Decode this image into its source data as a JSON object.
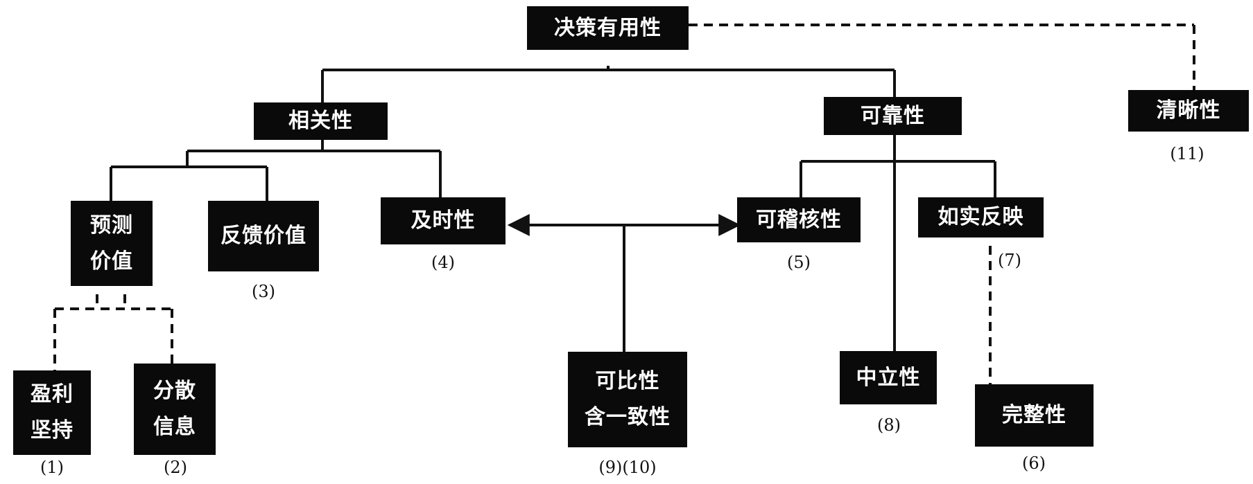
{
  "nodes": {
    "decision_usefulness": "决策有用性",
    "relevance": "相关性",
    "reliability": "可靠性",
    "clarity": "清晰性",
    "predictive_value": [
      "预测",
      "价值"
    ],
    "feedback_value": "反馈价值",
    "timeliness": "及时性",
    "verifiability": "可稽核性",
    "faithful_representation": "如实反映",
    "earnings_persistence": [
      "盈利",
      "坚持"
    ],
    "disaggregated_info": [
      "分散",
      "信息"
    ],
    "comparability": [
      "可比性",
      "含一致性"
    ],
    "neutrality": "中立性",
    "completeness": "完整性"
  },
  "labels": {
    "n1": "(1)",
    "n2": "(2)",
    "n3": "(3)",
    "n4": "(4)",
    "n5": "(5)",
    "n6": "(6)",
    "n7": "(7)",
    "n8": "(8)",
    "n9_10": "(9)(10)",
    "n11": "(11)"
  },
  "colors": {
    "box": "#0a0a0a",
    "text": "#ffffff",
    "line": "#111111"
  }
}
